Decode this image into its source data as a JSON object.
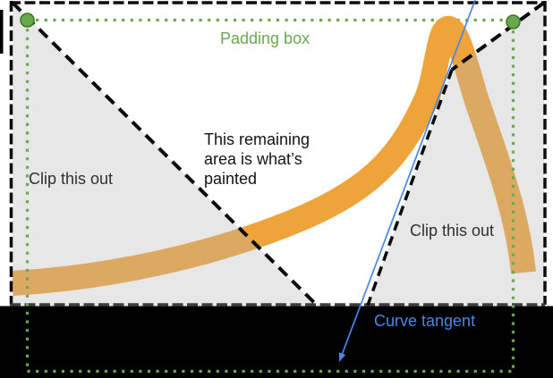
{
  "labels": {
    "padding_box": "Padding box",
    "clip_left": "Clip this out",
    "clip_right": "Clip this out",
    "remaining": "This remaining\narea is what’s\npainted",
    "curve_tangent": "Curve tangent"
  },
  "colors": {
    "green": "#6aa84f",
    "green_dark": "#38761d",
    "orange": "#efa33b",
    "blue": "#4a86e8",
    "clip_overlay": "rgba(182,182,182,0.33)",
    "border_black": "#0d0d0d",
    "bottom_black": "#000000"
  }
}
